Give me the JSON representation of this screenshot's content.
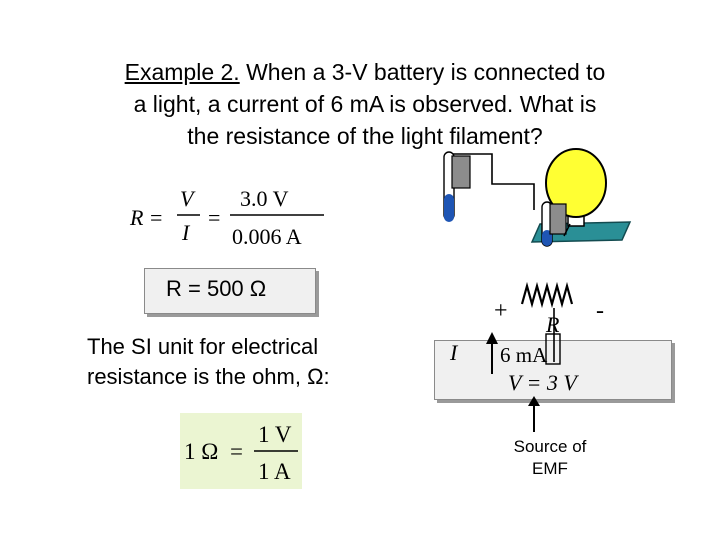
{
  "title": {
    "prefix": "Example 2.",
    "line1_rest": " When a 3-V battery is connected to",
    "line2": "a light, a current of 6 mA is observed. What is",
    "line3": "the resistance of the light filament?"
  },
  "equation_1": {
    "lhs": "R",
    "eq": "=",
    "num1": "V",
    "den1": "I",
    "num2": "3.0 V",
    "den2": "0.006 A"
  },
  "result": "R = 500 Ω",
  "si_unit": {
    "line1": "The SI unit for electrical",
    "line2": "resistance is the ohm, Ω:"
  },
  "equation_2": {
    "lhs": "1 Ω",
    "eq": "=",
    "num": "1 V",
    "den": "1 A"
  },
  "circuit": {
    "plus": "+",
    "minus": "-",
    "resistor_label": "R",
    "current_symbol": "I",
    "current_value": "6 mA",
    "voltage": "V = 3 V",
    "source_line1": "Source of",
    "source_line2": "EMF"
  },
  "colors": {
    "bulb": "#ffff33",
    "base": "#2a8f96",
    "vial_blue": "#1e55b4",
    "box_bg": "#f0f0f0",
    "formula_bg": "#ebf5d2"
  }
}
